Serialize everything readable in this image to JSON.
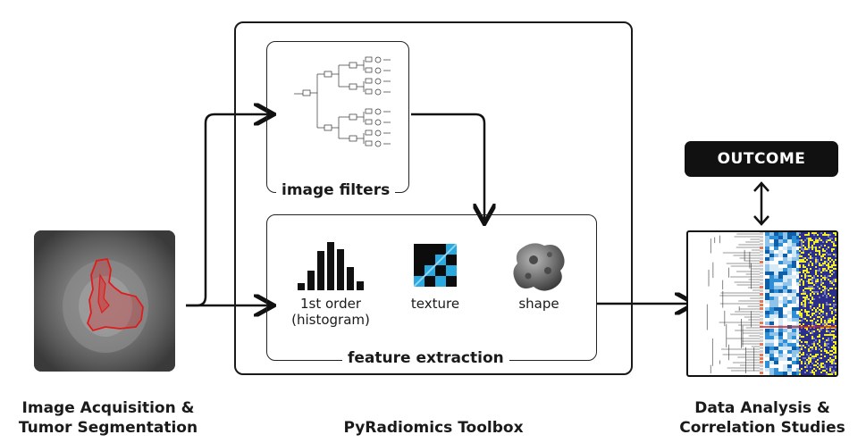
{
  "left_caption": [
    "Image Acquisition &",
    "Tumor Segmentation"
  ],
  "center_caption": "PyRadiomics Toolbox",
  "right_caption": [
    "Data Analysis &",
    "Correlation Studies"
  ],
  "image_filters_title": "image filters",
  "feature_extraction_title": "feature extraction",
  "features": [
    {
      "label_lines": [
        "1st order",
        "(histogram)"
      ],
      "icon": "histogram-icon"
    },
    {
      "label_lines": [
        "texture"
      ],
      "icon": "texture-icon"
    },
    {
      "label_lines": [
        "shape"
      ],
      "icon": "shape-icon"
    }
  ],
  "outcome_label": "OUTCOME",
  "colors": {
    "segmentation": "#e01b1b",
    "texture_blue": "#2aa8e0",
    "heatmap_blue": "#2c2f8a",
    "heatmap_yellow": "#f2ee2a",
    "outcome_bg": "#111111"
  }
}
